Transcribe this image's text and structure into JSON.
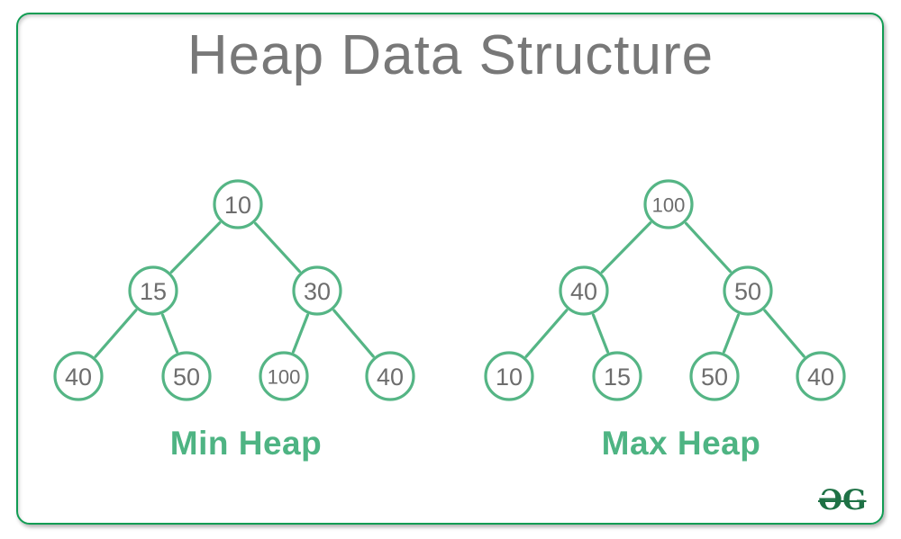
{
  "title": "Heap Data Structure",
  "trees": [
    {
      "id": "min-heap",
      "label": "Min Heap",
      "values": [
        "10",
        "15",
        "30",
        "40",
        "50",
        "100",
        "40"
      ]
    },
    {
      "id": "max-heap",
      "label": "Max Heap",
      "values": [
        "100",
        "40",
        "50",
        "10",
        "15",
        "50",
        "40"
      ]
    }
  ],
  "logo": "ƏG",
  "colors": {
    "border": "#119c53",
    "tree_green": "#55b585",
    "node_text": "#6d6d6d",
    "title_text": "#787878",
    "label_green": "#4eb483",
    "logo_green": "#1e7145"
  }
}
